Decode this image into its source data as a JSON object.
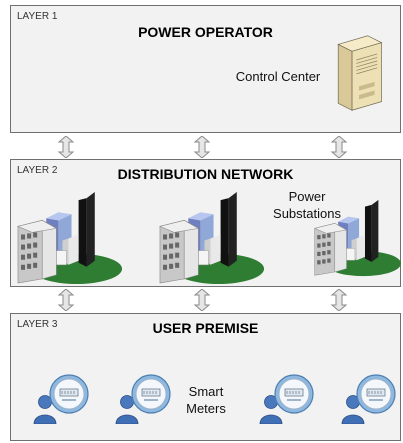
{
  "layers": [
    {
      "label": "LAYER 1",
      "title": "POWER OPERATOR",
      "caption": "Control Center"
    },
    {
      "label": "LAYER 2",
      "title": "DISTRIBUTION NETWORK",
      "caption": "Power Substations"
    },
    {
      "label": "LAYER 3",
      "title": "USER PREMISE",
      "caption": "Smart Meters"
    }
  ],
  "icons": {
    "server": "server-icon",
    "substation": "substation-building-icon",
    "meter": "smart-meter-icon",
    "user": "user-icon",
    "arrow": "bidirectional-arrow-icon"
  },
  "colors": {
    "layer_bg": "#f2f2f2",
    "border": "#6f6f6f",
    "arrow": "#d9d9d9",
    "ground": "#2e7d32",
    "user": "#3f6fb5",
    "meter_ring": "#6fa3d8"
  }
}
